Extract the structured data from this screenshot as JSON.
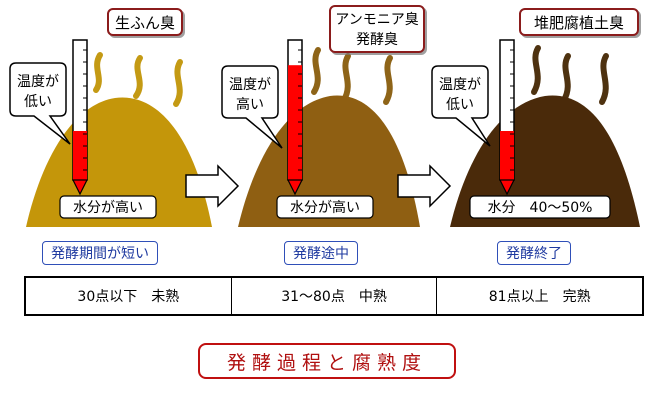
{
  "stages": [
    {
      "odor": [
        "生ふん臭"
      ],
      "temperature": [
        "温度が",
        "低い"
      ],
      "temperature_level": 0.35,
      "moisture": "水分が高い",
      "phase": "発酵期間が短い",
      "evaluation": "30点以下　未熟",
      "pile_color": "#c4960a",
      "odor_color": "#c49a14"
    },
    {
      "odor": [
        "アンモニア臭",
        "発酵臭"
      ],
      "temperature": [
        "温度が",
        "高い"
      ],
      "temperature_level": 0.82,
      "moisture": "水分が高い",
      "phase": "発酵途中",
      "evaluation": "31〜80点　中熟",
      "pile_color": "#8f5f12",
      "odor_color": "#8e6418"
    },
    {
      "odor": [
        "堆肥腐植土臭"
      ],
      "temperature": [
        "温度が",
        "低い"
      ],
      "temperature_level": 0.35,
      "moisture": "水分　40〜50%",
      "phase": "発酵終了",
      "evaluation": "81点以上　完熟",
      "pile_color": "#4a2a0a",
      "odor_color": "#4e3210"
    }
  ],
  "colors": {
    "thermometer_fill": "#ff0000",
    "callout_border": "#8b1a1a",
    "stage_label": "#1f3aa0",
    "title": "#b01010"
  },
  "title": "発酵過程と腐熟度"
}
